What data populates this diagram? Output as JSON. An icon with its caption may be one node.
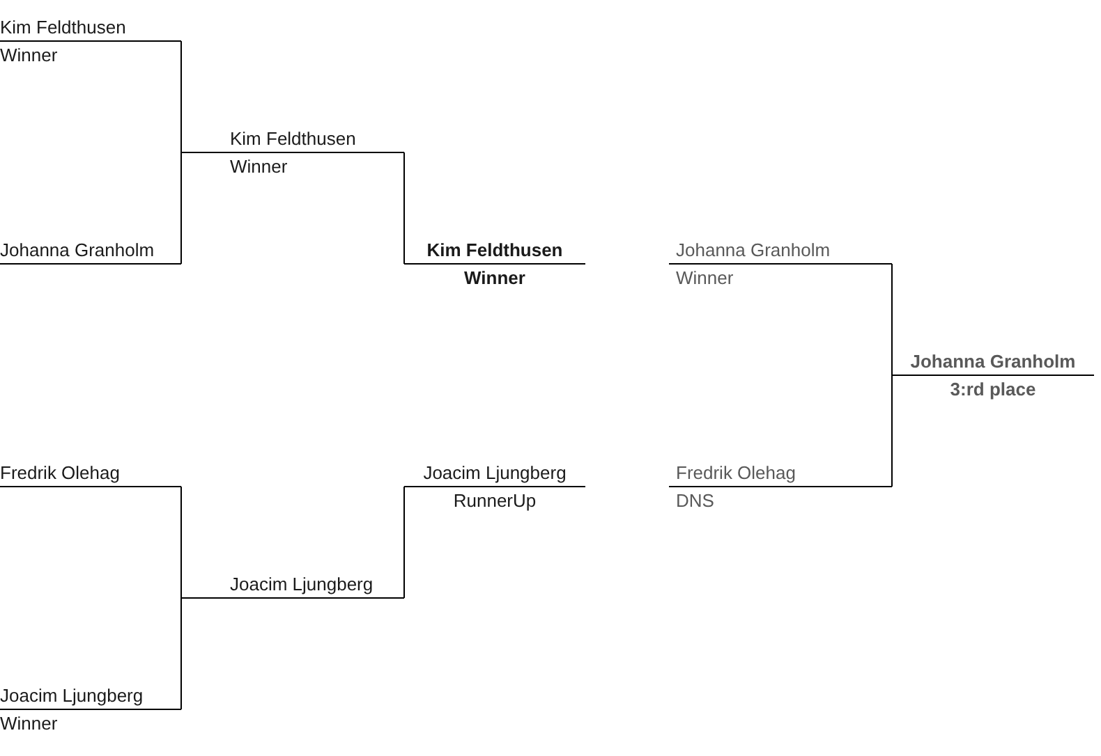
{
  "diagram": {
    "nodes": [
      {
        "text": [
          "Kim Feldthusen",
          "Winner"
        ]
      },
      {
        "text": [
          "Johanna Granholm"
        ]
      },
      {
        "text": [
          "Kim Feldthusen",
          "Winner"
        ]
      },
      {
        "text": [
          "Fredrik Olehag"
        ]
      },
      {
        "text": [
          "Joacim Ljungberg",
          "Winner"
        ]
      },
      {
        "text": [
          "Joacim Ljungberg"
        ]
      },
      {
        "text": [
          "Kim Feldthusen",
          "Winner"
        ]
      },
      {
        "text": [
          "Joacim Ljungberg",
          "RunnerUp"
        ]
      },
      {
        "text": [
          "Johanna Granholm",
          "Winner"
        ]
      },
      {
        "text": [
          "Fredrik Olehag",
          "DNS"
        ]
      },
      {
        "text": [
          "Johanna Granholm",
          "3:rd place"
        ]
      }
    ],
    "edges": [
      {
        "from": 0,
        "to": 2,
        "arrow": "none"
      },
      {
        "from": 1,
        "to": 2,
        "arrow": "none"
      },
      {
        "from": 3,
        "to": 5,
        "arrow": "none"
      },
      {
        "from": 4,
        "to": 5,
        "arrow": "none"
      },
      {
        "from": 2,
        "to": 6,
        "arrow": "none"
      },
      {
        "from": 5,
        "to": 7,
        "arrow": "none"
      },
      {
        "from": 8,
        "to": 10,
        "arrow": "none"
      },
      {
        "from": 9,
        "to": 10,
        "arrow": "none"
      }
    ]
  }
}
